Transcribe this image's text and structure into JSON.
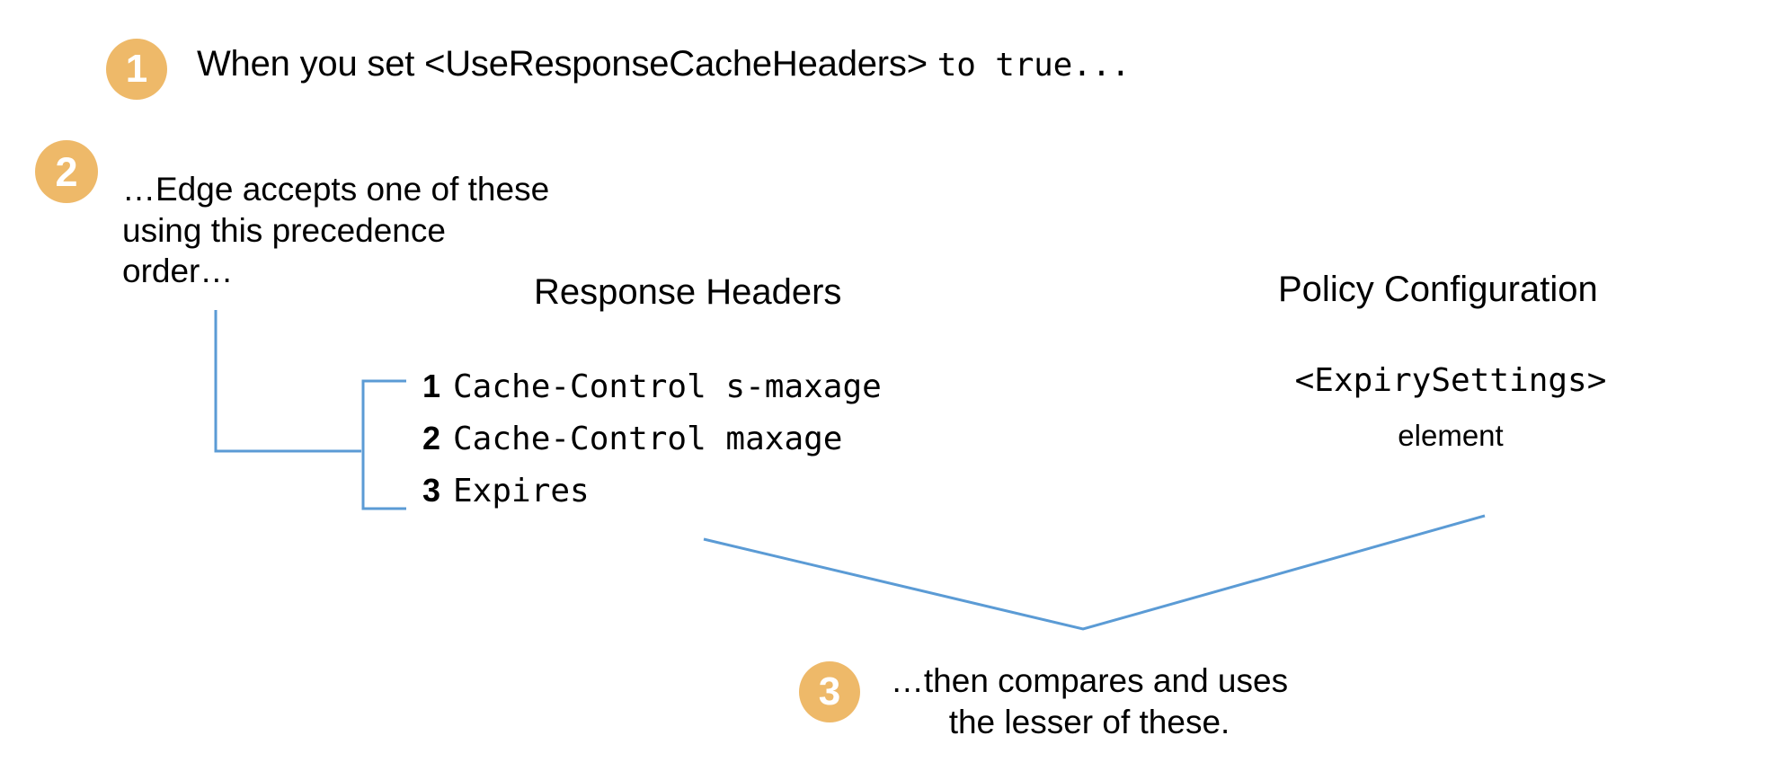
{
  "colors": {
    "badge_fill": "#eeb969",
    "badge_text": "#ffffff",
    "connector_line": "#5b9bd5",
    "text": "#000000",
    "background": "#ffffff"
  },
  "steps": {
    "one": {
      "number": "1",
      "text_plain": "When you set <UseResponseCacheHeaders> ",
      "text_code": "to true..."
    },
    "two": {
      "number": "2",
      "text": "…Edge accepts one of these\nusing this precedence\norder…"
    },
    "three": {
      "number": "3",
      "text": "…then compares and uses\nthe lesser of these."
    }
  },
  "columns": {
    "response_headers": {
      "heading": "Response Headers",
      "items": [
        {
          "num": "1",
          "label": "Cache-Control s-maxage"
        },
        {
          "num": "2",
          "label": "Cache-Control maxage"
        },
        {
          "num": "3",
          "label": "Expires"
        }
      ]
    },
    "policy_configuration": {
      "heading": "Policy Configuration",
      "code": "<ExpirySettings>",
      "subtitle": "element"
    }
  }
}
